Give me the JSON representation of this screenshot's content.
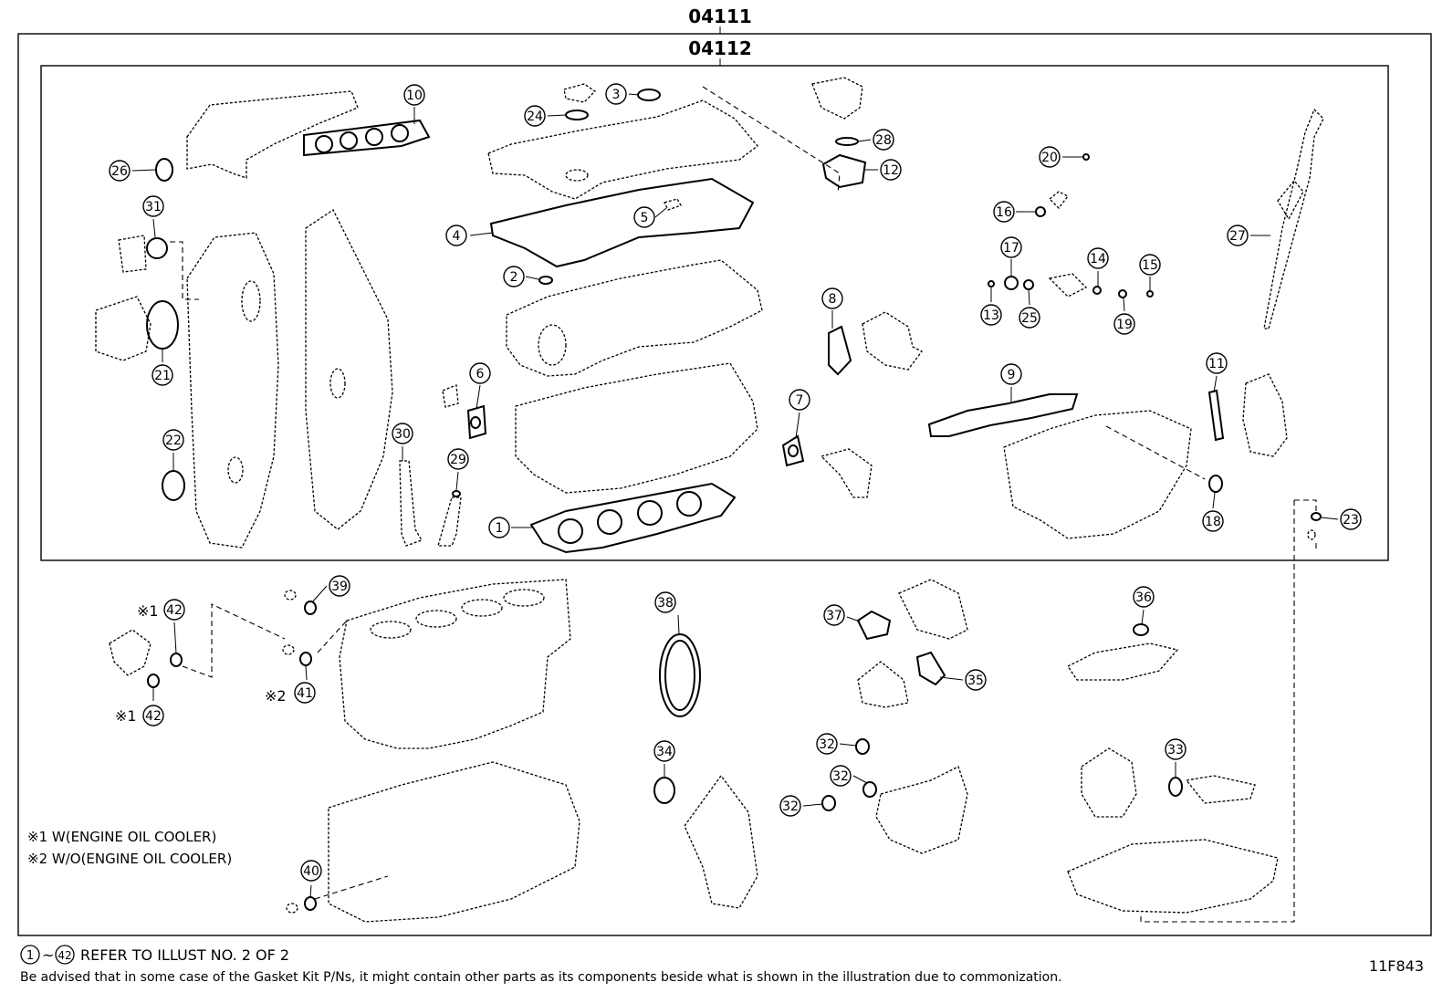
{
  "header": {
    "outer_kit_code": "04111",
    "inner_kit_code": "04112"
  },
  "callouts": [
    {
      "num": "1"
    },
    {
      "num": "2"
    },
    {
      "num": "3"
    },
    {
      "num": "4"
    },
    {
      "num": "5"
    },
    {
      "num": "6"
    },
    {
      "num": "7"
    },
    {
      "num": "8"
    },
    {
      "num": "9"
    },
    {
      "num": "10"
    },
    {
      "num": "11"
    },
    {
      "num": "12"
    },
    {
      "num": "13"
    },
    {
      "num": "14"
    },
    {
      "num": "15"
    },
    {
      "num": "16"
    },
    {
      "num": "17"
    },
    {
      "num": "18"
    },
    {
      "num": "19"
    },
    {
      "num": "20"
    },
    {
      "num": "21"
    },
    {
      "num": "22"
    },
    {
      "num": "23"
    },
    {
      "num": "24"
    },
    {
      "num": "25"
    },
    {
      "num": "26"
    },
    {
      "num": "27"
    },
    {
      "num": "28"
    },
    {
      "num": "29"
    },
    {
      "num": "30"
    },
    {
      "num": "31"
    },
    {
      "num": "32"
    },
    {
      "num": "32"
    },
    {
      "num": "32"
    },
    {
      "num": "33"
    },
    {
      "num": "34"
    },
    {
      "num": "35"
    },
    {
      "num": "36"
    },
    {
      "num": "37"
    },
    {
      "num": "38"
    },
    {
      "num": "39"
    },
    {
      "num": "40"
    },
    {
      "num": "41"
    },
    {
      "num": "42"
    },
    {
      "num": "42"
    }
  ],
  "markers": {
    "note1_mark": "※1",
    "note2_mark": "※2"
  },
  "notes": {
    "w_oil_cooler": "※1 W(ENGINE OIL COOLER)",
    "wo_oil_cooler": "※2 W/O(ENGINE OIL COOLER)"
  },
  "footer": {
    "range_from": "1",
    "range_tilde": "~",
    "range_to": "42",
    "refer": "REFER TO ILLUST NO. 2 OF 2",
    "advisory": "Be advised that in some case of the Gasket Kit P/Ns,  it might contain other parts as its components beside what is shown in the illustration due to commonization.",
    "figure_id": "11F843"
  }
}
